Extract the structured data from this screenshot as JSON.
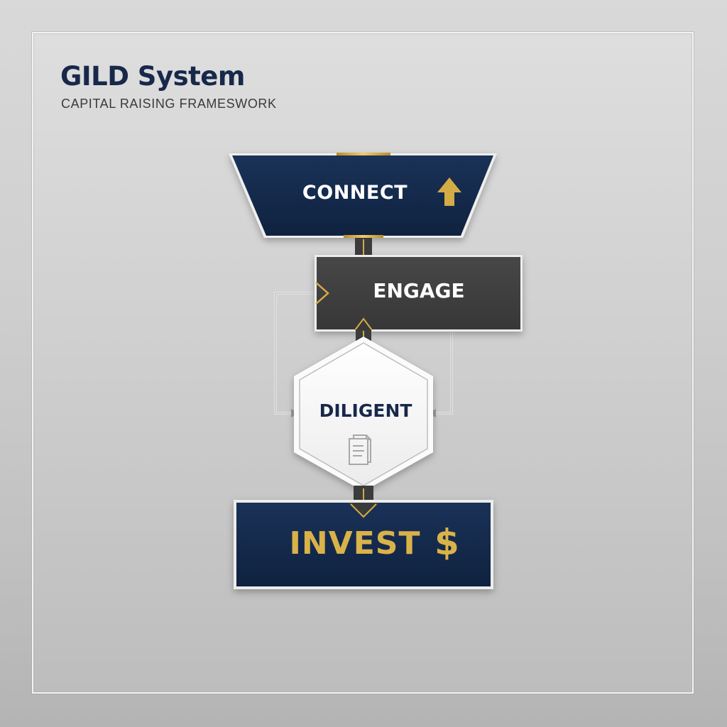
{
  "header": {
    "title": "GILD System",
    "subtitle": "CAPITAL RAISING FRAMESWORK"
  },
  "nodes": {
    "connect": {
      "label": "CONNECT",
      "icon": "arrow-up-icon"
    },
    "engage": {
      "label": "ENGAGE"
    },
    "diligent": {
      "label": "DILIGENT",
      "icon": "document-icon"
    },
    "invest": {
      "label": "INVEST",
      "icon": "dollar-icon",
      "icon_glyph": "$"
    }
  },
  "colors": {
    "navy": "#122746",
    "charcoal": "#3e3e3e",
    "gold": "#d4ac45",
    "hexagon": "#f4f4f4",
    "background": "#cfcfcf"
  }
}
